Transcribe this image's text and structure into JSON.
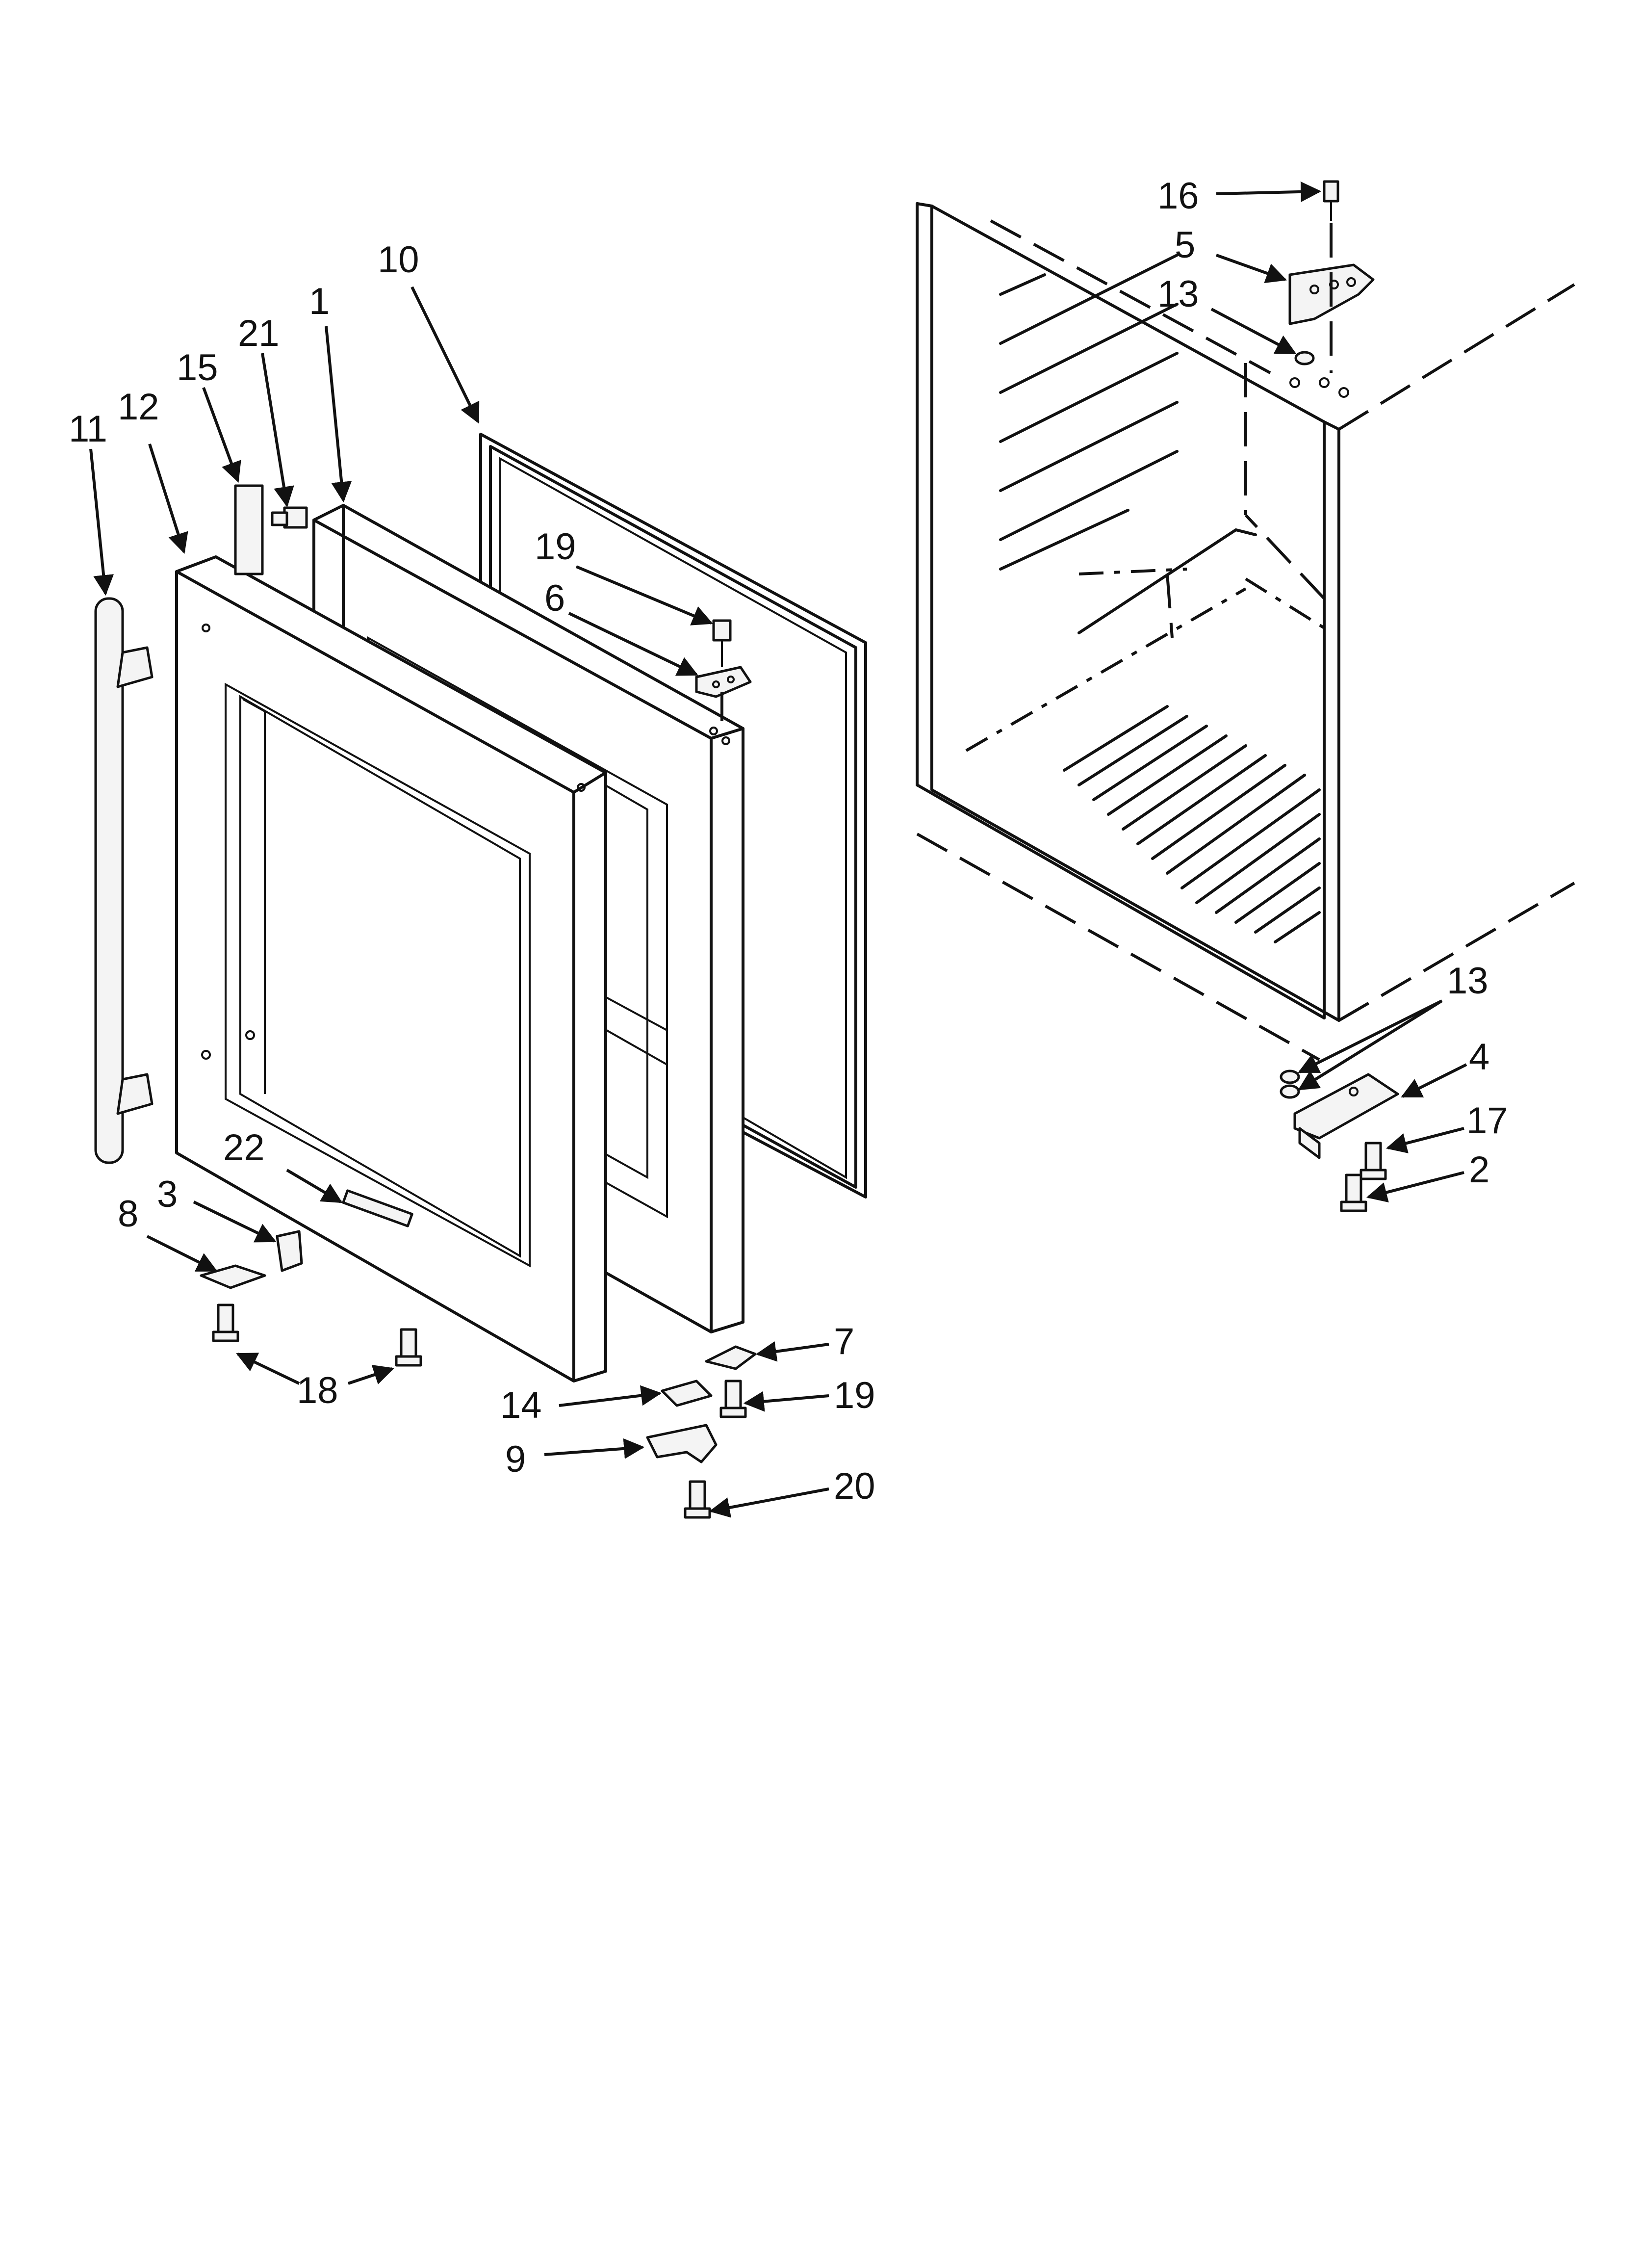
{
  "callouts": [
    {
      "id": "c16",
      "label": "16"
    },
    {
      "id": "c5",
      "label": "5"
    },
    {
      "id": "c13a",
      "label": "13"
    },
    {
      "id": "c10",
      "label": "10"
    },
    {
      "id": "c1",
      "label": "1"
    },
    {
      "id": "c21",
      "label": "21"
    },
    {
      "id": "c15",
      "label": "15"
    },
    {
      "id": "c12",
      "label": "12"
    },
    {
      "id": "c11",
      "label": "11"
    },
    {
      "id": "c19a",
      "label": "19"
    },
    {
      "id": "c6",
      "label": "6"
    },
    {
      "id": "c13b",
      "label": "13"
    },
    {
      "id": "c4",
      "label": "4"
    },
    {
      "id": "c17",
      "label": "17"
    },
    {
      "id": "c2",
      "label": "2"
    },
    {
      "id": "c22",
      "label": "22"
    },
    {
      "id": "c3",
      "label": "3"
    },
    {
      "id": "c8",
      "label": "8"
    },
    {
      "id": "c18",
      "label": "18"
    },
    {
      "id": "c7",
      "label": "7"
    },
    {
      "id": "c14",
      "label": "14"
    },
    {
      "id": "c19b",
      "label": "19"
    },
    {
      "id": "c9",
      "label": "9"
    },
    {
      "id": "c20",
      "label": "20"
    }
  ]
}
